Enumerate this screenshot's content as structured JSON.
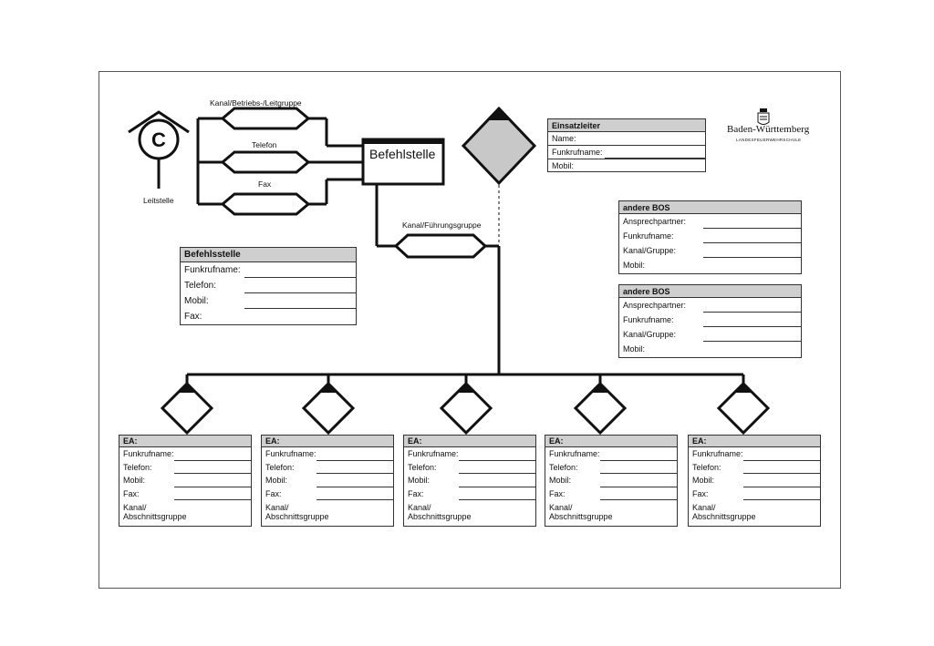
{
  "leitstelle": {
    "symbol": "C",
    "label": "Leitstelle"
  },
  "channels": [
    {
      "label": "Kanal/Betriebs-/Leitgruppe"
    },
    {
      "label": "Telefon"
    },
    {
      "label": "Fax"
    }
  ],
  "fuehrung_channel": {
    "label": "Kanal/Führungsgruppe"
  },
  "command_post": {
    "title": "Befehlstelle"
  },
  "logo": {
    "name": "Baden-Württemberg",
    "subtitle": "LANDESFEUERWEHRSCHULE"
  },
  "einsatzleiter": {
    "title": "Einsatzleiter",
    "fields": [
      "Name:",
      "Funkrufname:",
      "Mobil:"
    ]
  },
  "befehlsstelle_box": {
    "title": "Befehlsstelle",
    "fields": [
      "Funkrufname:",
      "Telefon:",
      "Mobil:",
      "Fax:"
    ]
  },
  "bos": [
    {
      "title": "andere  BOS",
      "fields": [
        "Ansprechpartner:",
        "Funkrufname:",
        "Kanal/Gruppe:",
        "Mobil:"
      ]
    },
    {
      "title": "andere  BOS",
      "fields": [
        "Ansprechpartner:",
        "Funkrufname:",
        "Kanal/Gruppe:",
        "Mobil:"
      ]
    }
  ],
  "ea_units": [
    {
      "title": "EA:",
      "fields": [
        "Funkrufname:",
        "Telefon:",
        "Mobil:",
        "Fax:"
      ],
      "last_field": [
        "Kanal/",
        "Abschnittsgruppe"
      ]
    },
    {
      "title": "EA:",
      "fields": [
        "Funkrufname:",
        "Telefon:",
        "Mobil:",
        "Fax:"
      ],
      "last_field": [
        "Kanal/",
        "Abschnittsgruppe"
      ]
    },
    {
      "title": "EA:",
      "fields": [
        "Funkrufname:",
        "Telefon:",
        "Mobil:",
        "Fax:"
      ],
      "last_field": [
        "Kanal/",
        "Abschnittsgruppe"
      ]
    },
    {
      "title": "EA:",
      "fields": [
        "Funkrufname:",
        "Telefon:",
        "Mobil:",
        "Fax:"
      ],
      "last_field": [
        "Kanal/",
        "Abschnittsgruppe"
      ]
    },
    {
      "title": "EA:",
      "fields": [
        "Funkrufname:",
        "Telefon:",
        "Mobil:",
        "Fax:"
      ],
      "last_field": [
        "Kanal/",
        "Abschnittsgruppe"
      ]
    }
  ],
  "colors": {
    "line": "#111111",
    "header_fill": "#cfcfcf",
    "leader_fill": "#c8c8c8"
  }
}
